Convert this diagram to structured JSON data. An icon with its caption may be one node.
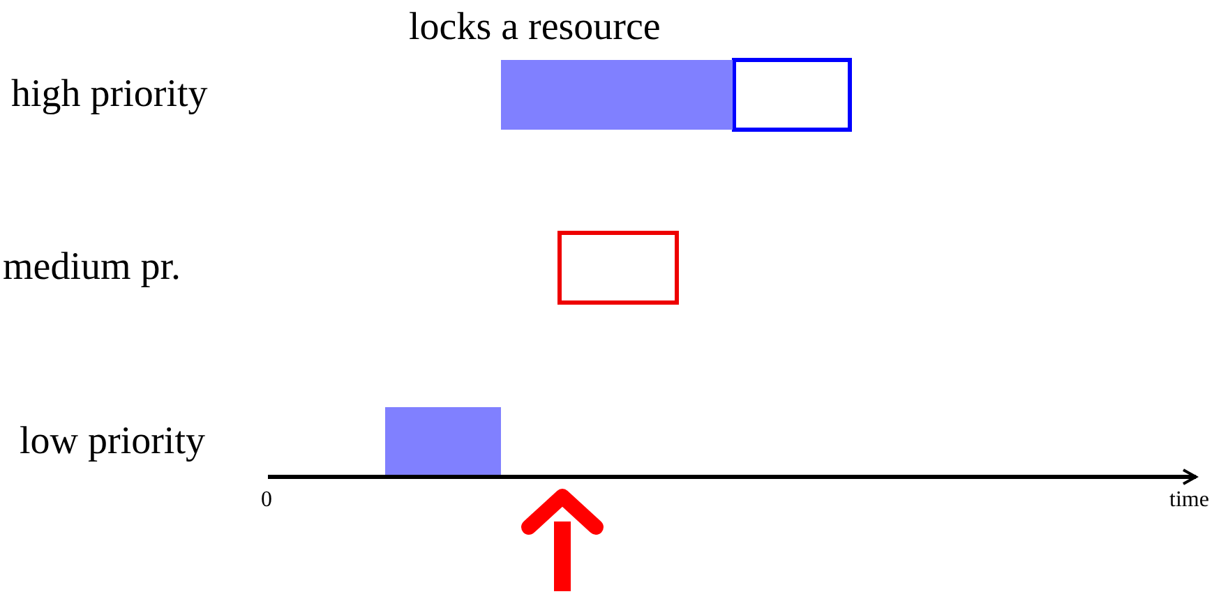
{
  "diagram": {
    "nodes": [
      {
        "text": [],
        "shape": "bar"
      },
      {
        "text": [],
        "shape": "box"
      },
      {
        "text": [],
        "shape": "box"
      },
      {
        "text": [],
        "shape": "bar"
      }
    ],
    "labels": [
      "locks a resource",
      "high priority",
      "medium pr.",
      "low priority",
      "0",
      "time"
    ]
  }
}
